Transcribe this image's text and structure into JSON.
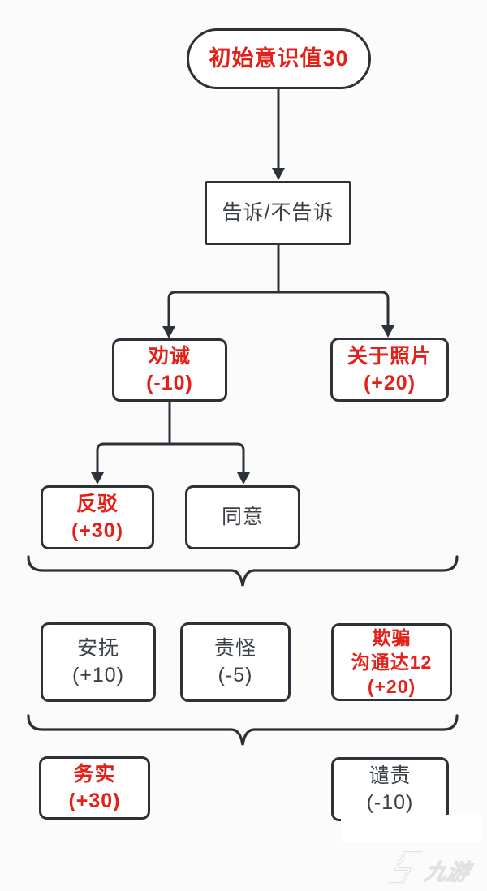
{
  "colors": {
    "line": "#2d3138",
    "text_dark": "#3b4047",
    "accent_red": "#e32119",
    "watermark_gray": "#e2e2e4",
    "background": "#fbfbfb"
  },
  "flow": {
    "start": {
      "label": "初始意识值30"
    },
    "tell": {
      "label": "告诉/不告诉"
    },
    "persuade": {
      "name": "劝诫",
      "value": "(-10)"
    },
    "about_photo": {
      "name": "关于照片",
      "value": "(+20)"
    },
    "refute": {
      "name": "反驳",
      "value": "(+30)"
    },
    "agree": {
      "name": "同意"
    },
    "soothe": {
      "name": "安抚",
      "value": "(+10)"
    },
    "blame": {
      "name": "责怪",
      "value": "(-5)"
    },
    "deceive": {
      "name": "欺骗",
      "detail": "沟通达12",
      "value": "(+20)"
    },
    "pragmatic": {
      "name": "务实",
      "value": "(+30)"
    },
    "condemn": {
      "name": "谴责",
      "value": "(-10)"
    }
  },
  "watermark": {
    "brand": "九游"
  }
}
